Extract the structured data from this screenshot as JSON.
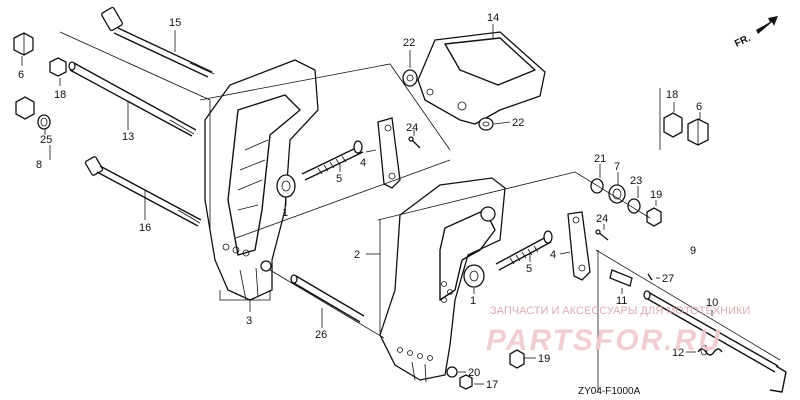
{
  "diagram": {
    "callouts": [
      {
        "id": "c15",
        "text": "15"
      },
      {
        "id": "c6a",
        "text": "6"
      },
      {
        "id": "c18a",
        "text": "18"
      },
      {
        "id": "c25",
        "text": "25"
      },
      {
        "id": "c8",
        "text": "8"
      },
      {
        "id": "c13",
        "text": "13"
      },
      {
        "id": "c16",
        "text": "16"
      },
      {
        "id": "c22a",
        "text": "22"
      },
      {
        "id": "c14",
        "text": "14"
      },
      {
        "id": "c22b",
        "text": "22"
      },
      {
        "id": "c24a",
        "text": "24"
      },
      {
        "id": "c4a",
        "text": "4"
      },
      {
        "id": "c5a",
        "text": "5"
      },
      {
        "id": "c1a",
        "text": "1"
      },
      {
        "id": "c3",
        "text": "3"
      },
      {
        "id": "c26",
        "text": "26"
      },
      {
        "id": "c2",
        "text": "2"
      },
      {
        "id": "c18b",
        "text": "18"
      },
      {
        "id": "c6b",
        "text": "6"
      },
      {
        "id": "c21",
        "text": "21"
      },
      {
        "id": "c7",
        "text": "7"
      },
      {
        "id": "c23",
        "text": "23"
      },
      {
        "id": "c19a",
        "text": "19"
      },
      {
        "id": "c9",
        "text": "9"
      },
      {
        "id": "c24b",
        "text": "24"
      },
      {
        "id": "c4b",
        "text": "4"
      },
      {
        "id": "c5b",
        "text": "5"
      },
      {
        "id": "c1b",
        "text": "1"
      },
      {
        "id": "c27",
        "text": "27"
      },
      {
        "id": "c11",
        "text": "11"
      },
      {
        "id": "c10",
        "text": "10"
      },
      {
        "id": "c12",
        "text": "12"
      },
      {
        "id": "c19b",
        "text": "19"
      },
      {
        "id": "c20",
        "text": "20"
      },
      {
        "id": "c17",
        "text": "17"
      }
    ],
    "front_indicator": "FR.",
    "drawing_code": "ZY04-F1000A"
  },
  "watermark": {
    "caption": "ЗАПЧАСТИ И АКСЕССУАРЫ ДЛЯ МОТОТЕХНИКИ",
    "brand": "PARTSFOR.RU"
  }
}
